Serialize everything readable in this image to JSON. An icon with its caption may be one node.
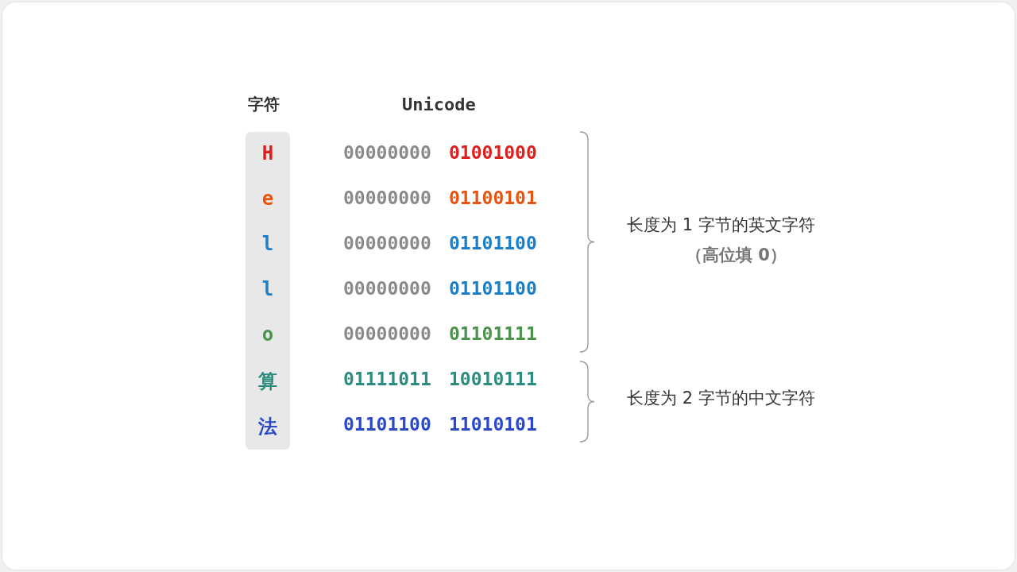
{
  "diagram": {
    "nodes": [
      {
        "text": [
          "H",
          "e",
          "l",
          "l",
          "o",
          "算",
          "法"
        ]
      }
    ],
    "labels": [
      "字符",
      "Unicode",
      "00000000",
      "01001000",
      "00000000",
      "01100101",
      "00000000",
      "01101100",
      "00000000",
      "01101100",
      "00000000",
      "01101111",
      "01111011",
      "10010111",
      "01101100",
      "11010101",
      "长度为 1 字节的英文字符",
      "（高位填 0）",
      "长度为 2 字节的中文字符"
    ]
  }
}
